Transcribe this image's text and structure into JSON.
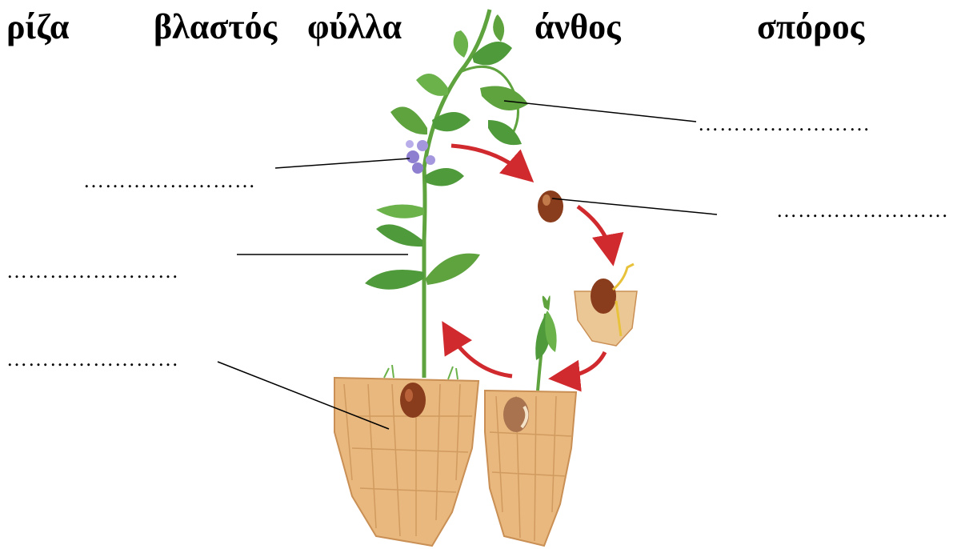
{
  "word_bank": {
    "w1": "ρίζα",
    "w2": "βλαστός",
    "w3": "φύλλα",
    "w4": "άνθος",
    "w5": "σπόρος"
  },
  "blanks": {
    "leaves": "……………………",
    "flower": "……………………",
    "seed": "……………………",
    "stem": "……………………",
    "root": "……………………"
  },
  "colors": {
    "arrow": "#d12a2e",
    "soil": "#e6b47c",
    "leaf": "#4f9a3a",
    "seed": "#8a3d1c",
    "flower": "#8f7fd0"
  }
}
